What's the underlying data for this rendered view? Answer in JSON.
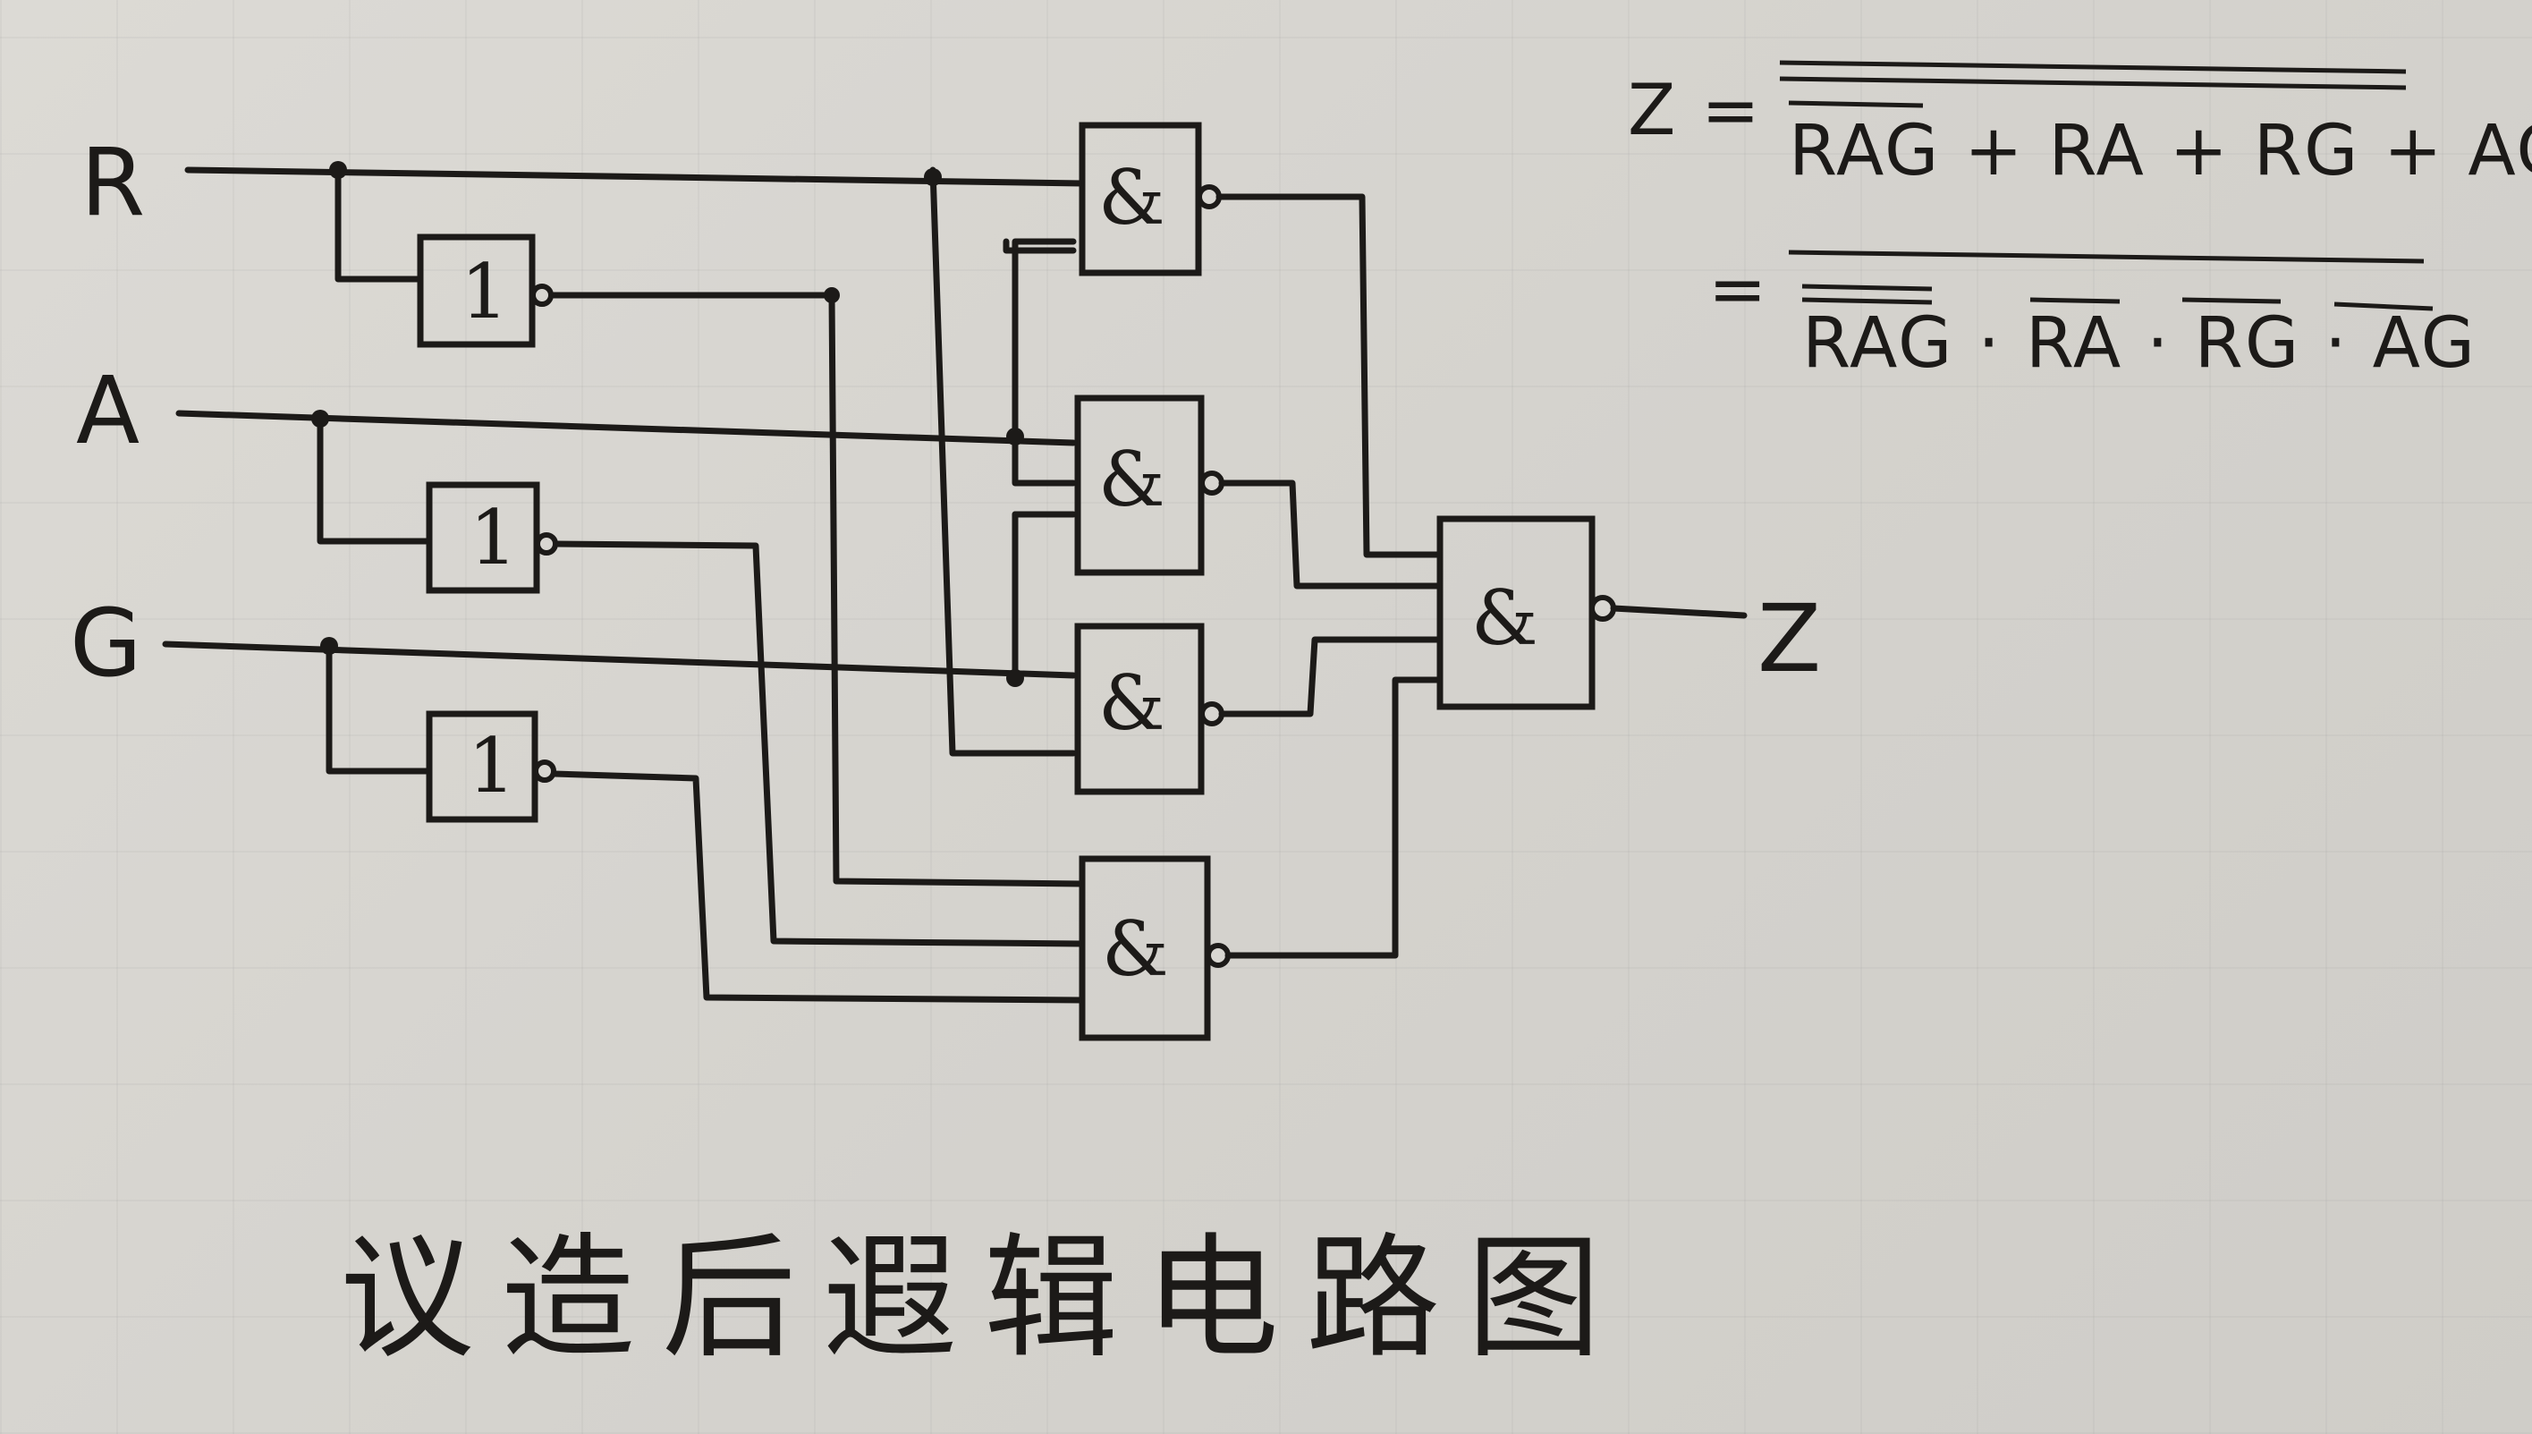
{
  "inputs": [
    "R",
    "A",
    "G"
  ],
  "output": "Z",
  "gates": {
    "inverter_symbol": "1",
    "and_symbol": "&"
  },
  "equation": {
    "line1_lhs": "Z =",
    "line1_rhs": "RAG + RA + RG + AG",
    "line2_lhs": "=",
    "line2_rhs": "RAG · RA · RG · AG"
  },
  "caption": "议造后遐辑电路图"
}
